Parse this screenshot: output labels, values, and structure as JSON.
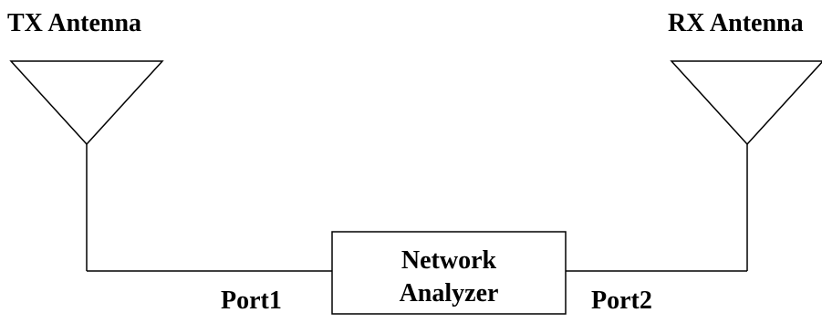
{
  "labels": {
    "tx_antenna": "TX Antenna",
    "rx_antenna": "RX Antenna",
    "port1": "Port1",
    "port2": "Port2",
    "analyzer_line1": "Network",
    "analyzer_line2": "Analyzer"
  },
  "colors": {
    "stroke": "#000000",
    "background": "#ffffff"
  }
}
